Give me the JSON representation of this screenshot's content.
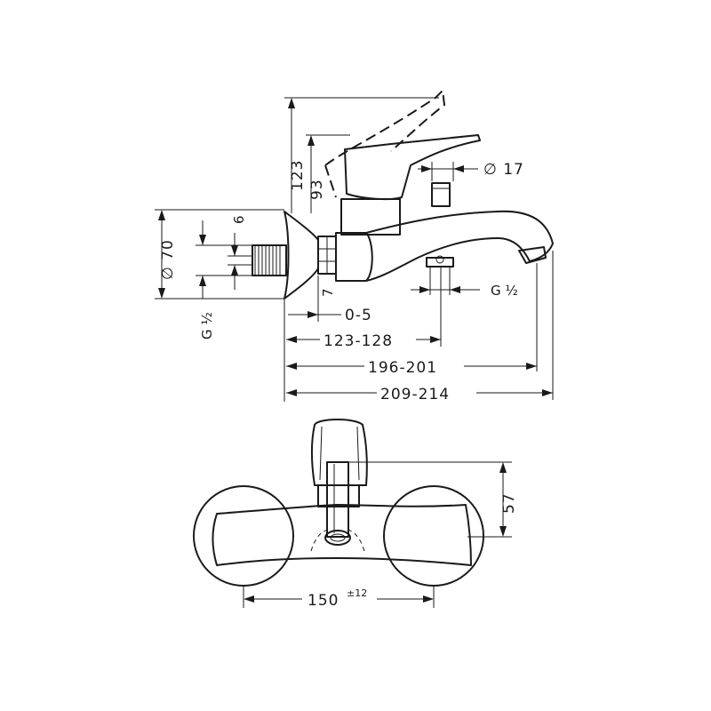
{
  "side_view": {
    "height_total": "123",
    "height_lever": "93",
    "diameter_17": "∅ 17",
    "rosette_diameter": "∅ 70",
    "dim_6": "6",
    "dim_7": "7",
    "thread_inlet": "G ½",
    "thread_outlet": "G ½",
    "projection_adjust": "0-5",
    "depth_1": "123-128",
    "depth_2": "196-201",
    "depth_3": "209-214"
  },
  "front_view": {
    "height": "57",
    "centers": "150",
    "centers_tolerance": "±12"
  }
}
